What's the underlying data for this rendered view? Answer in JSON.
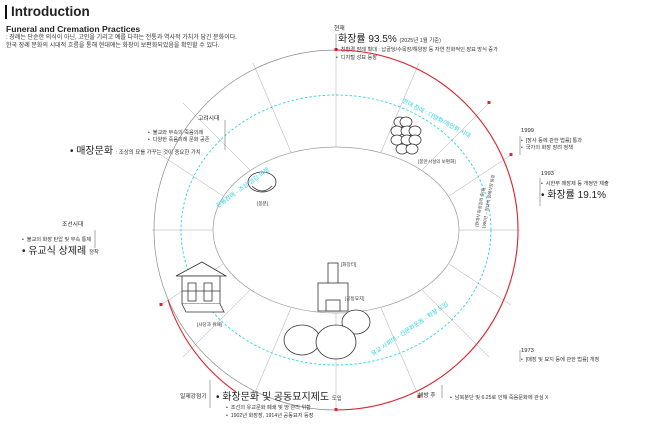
{
  "header": {
    "title": "Introduction",
    "subtitle": "Funeral and Cremation Practices",
    "desc_line1": ": 장례는 단순한 의식이 아닌, 고인을 기리고 예를 다하는 전통과 역사적 가치가 담긴 문화이다.",
    "desc_line2": "한국 장례 문화의 시대적 흐름을 통해 현대에는 화장이 보편화되었음을 확인할 수 있다."
  },
  "timeline": {
    "present": {
      "era": "현재",
      "stat": "화장률 93.5%",
      "stat_note": "(2025년 1월 기준)",
      "items": [
        "친환경 장례 확대 : 납골당/수목장/해양장 등 자연 친화적인 장묘 방식 증가",
        "디지털 성묘 등장"
      ]
    },
    "y1999": {
      "era": "1999",
      "items": [
        "[장사 등에 관한 법률] 통과",
        "국가의 화장 장려 정책"
      ]
    },
    "y1993": {
      "era": "1993",
      "items": [
        "시한부 매장제 등 개정안 제출"
      ],
      "stat": "화장률 19.1%"
    },
    "y1973": {
      "era": "1973",
      "items": [
        "[매장 및 묘지 등에 관한 법률] 개정"
      ]
    },
    "liberation": {
      "era": "해방 후",
      "items": [
        "남북분단 및 6.25로 인해 죽음문화에 관심 X"
      ]
    },
    "colonial": {
      "era": "일제강점기",
      "headline": "화장문화 및 공동묘지제도",
      "headline_suffix": "도입",
      "items": [
        "조선의 유교문화 폐쇄 및 땅 관리 위함",
        "1902년 화장장, 1914년 공동묘지 등장"
      ]
    },
    "joseon": {
      "era": "조선시대",
      "items": [
        "불교의 화장 탄압 및 무속 통제"
      ],
      "headline": "유교식 상제례",
      "headline_suffix": "정착"
    },
    "goryeo": {
      "era": "고려시대",
      "items": [
        "불교와 무속의 죽음의례",
        "다양한 죽음의례 문화 공존"
      ],
      "headline": "매장문화",
      "headline_suffix": ": 조상의 묘를 가꾸는 것이 중요한 가치"
    }
  },
  "diagram_labels": {
    "burial_mound": "[봉분]",
    "shrine": "[사당과 위패]",
    "crematorium": "[화장터]",
    "public_cemetery": "[공동묘지]",
    "columbarium": "[봉안시설의 보편화]",
    "band_upper": "현대 장례 : 다양화/개인화 시대",
    "band_left": "전통장례 - 조상 섬김 의례",
    "band_lower": "유교 사회의 - 신문화운동 - 화장 도입",
    "mid_label_1": "[현대식 화장장의 증대]",
    "mid_label_2": "1990년 ~ 현대식 장례식장 등장"
  },
  "colors": {
    "accent_red": "#e0232e",
    "accent_cyan": "#27d4e6",
    "line_grey": "#8a8a8a"
  }
}
